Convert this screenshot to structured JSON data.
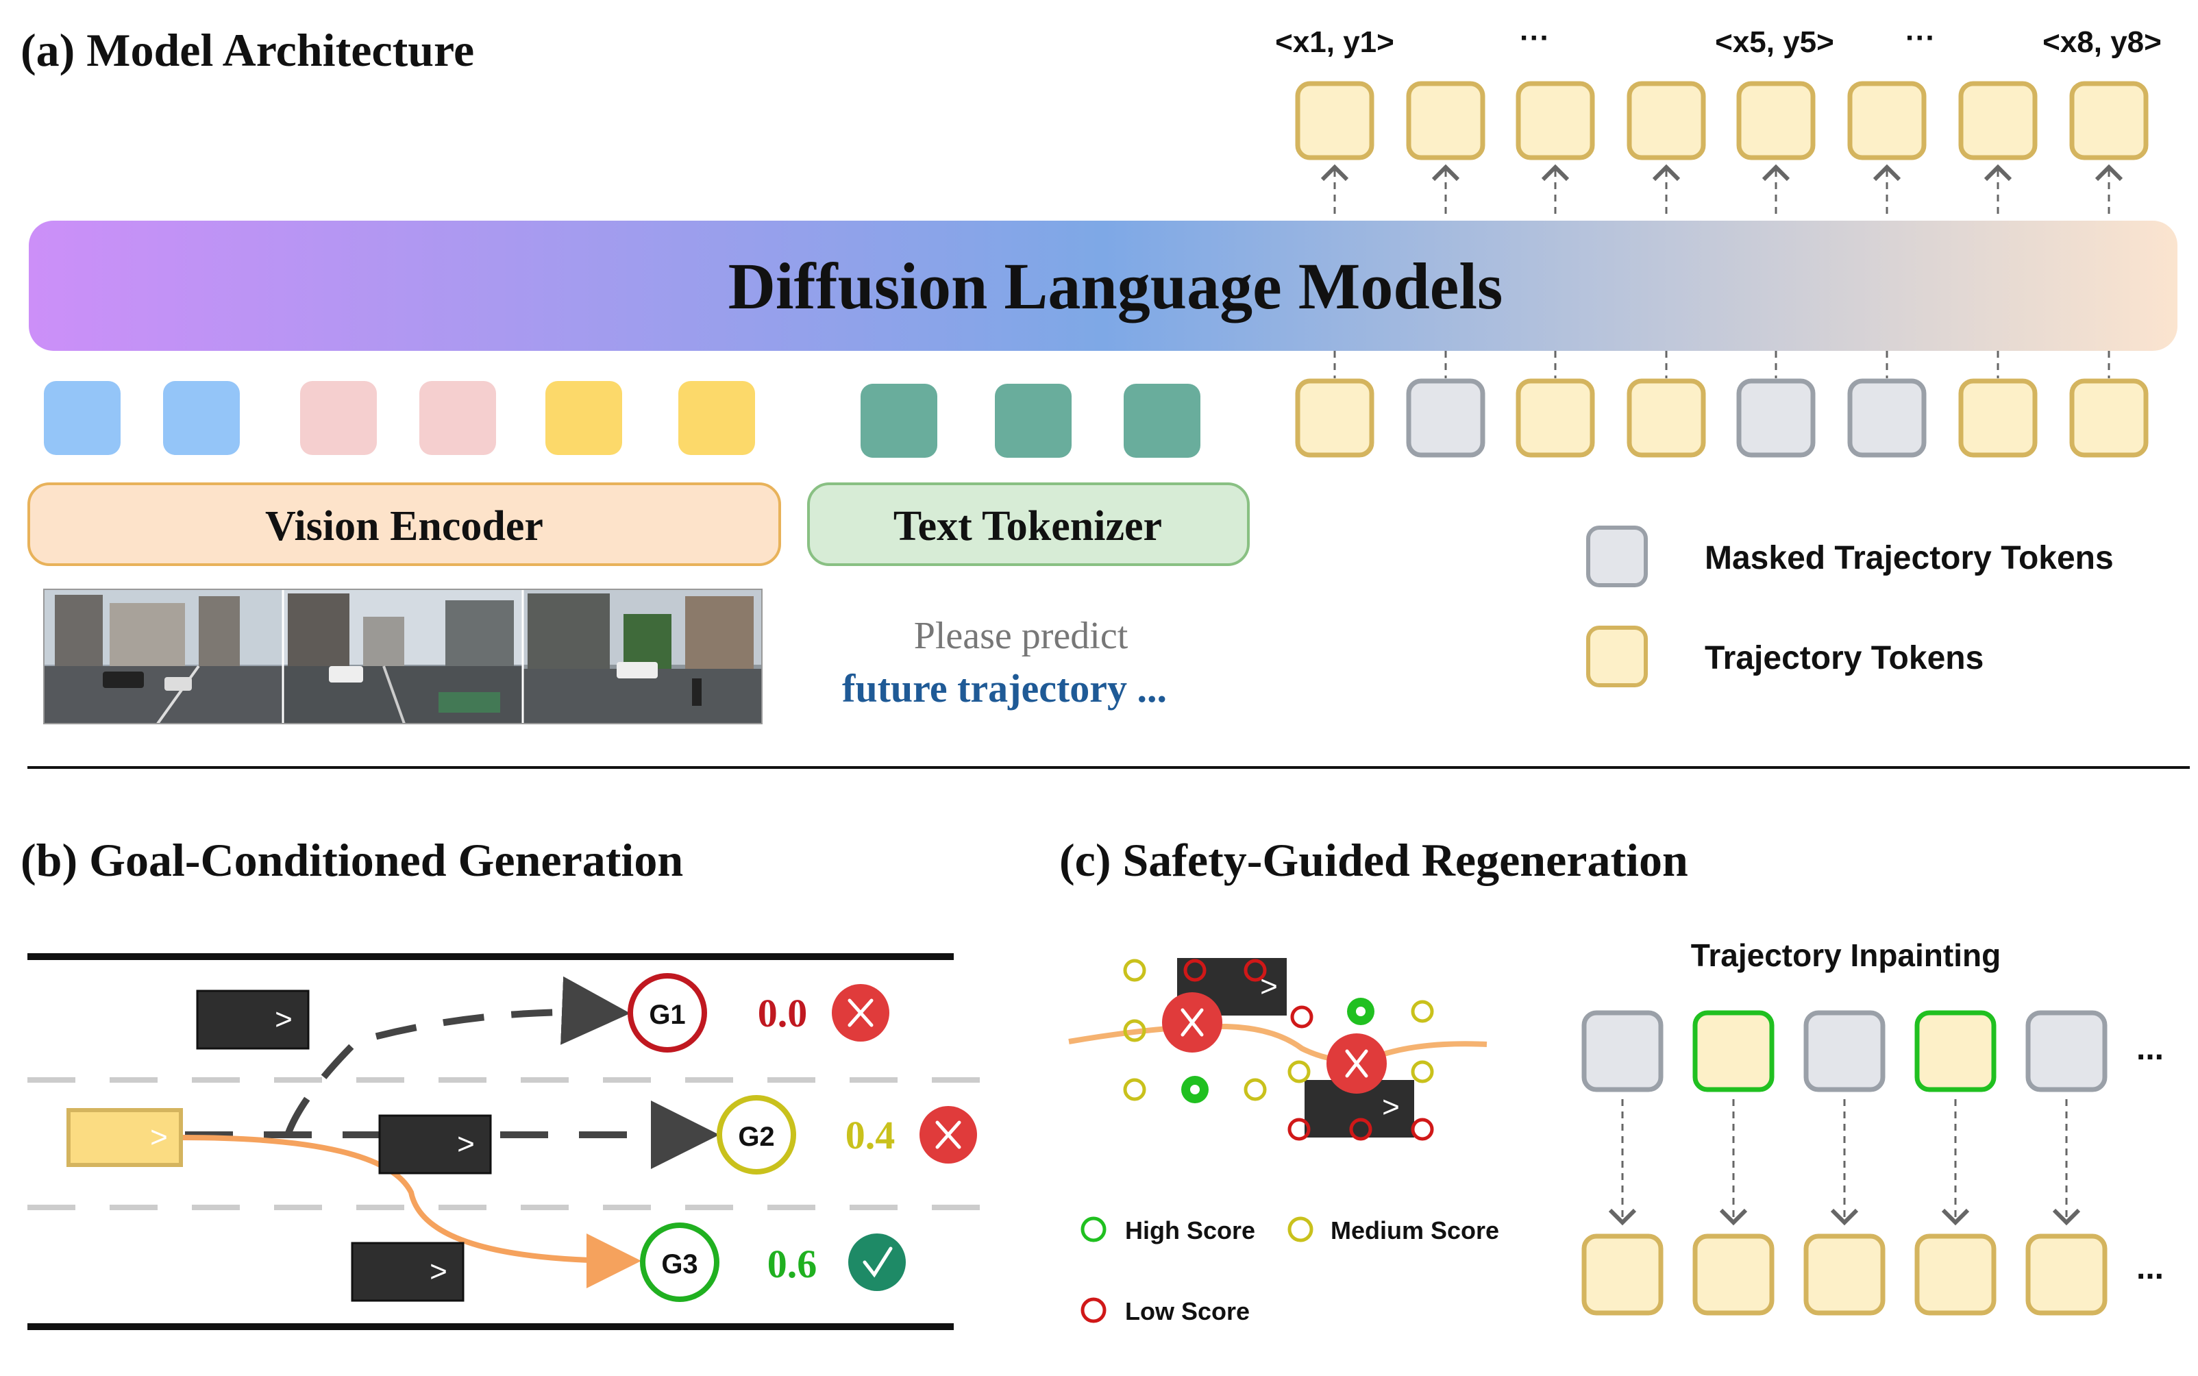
{
  "section_a": {
    "title": "(a) Model Architecture",
    "model_label": "Diffusion Language Models",
    "vision_encoder_label": "Vision Encoder",
    "text_tokenizer_label": "Text Tokenizer",
    "prompt_line1": "Please predict",
    "prompt_line2": "future trajectory ...",
    "output_labels": [
      "<x1, y1>",
      "···",
      "<x5, y5>",
      "···",
      "<x8, y8>"
    ],
    "input_tokens": [
      "trajectory",
      "masked",
      "trajectory",
      "trajectory",
      "masked",
      "masked",
      "trajectory",
      "trajectory"
    ],
    "legend": {
      "masked": "Masked Trajectory Tokens",
      "trajectory": "Trajectory Tokens"
    },
    "colors": {
      "vision_blue": "#94c5f8",
      "vision_pink": "#f5cfcf",
      "vision_yellow": "#fcd96a",
      "text_teal": "#69ad9c",
      "traj_fill": "#fdf0c8",
      "traj_border": "#d4b45e",
      "masked_fill": "#e3e5ea",
      "masked_border": "#9aa0a8",
      "gradient": [
        "#cc8ff8",
        "#7ea8e6",
        "#fbe4cf"
      ]
    }
  },
  "section_b": {
    "title": "(b) Goal-Conditioned Generation",
    "goals": [
      {
        "label": "G1",
        "score": "0.0",
        "status": "x-icon",
        "color": "#c01820"
      },
      {
        "label": "G2",
        "score": "0.4",
        "status": "x-icon",
        "color": "#c9c11c"
      },
      {
        "label": "G3",
        "score": "0.6",
        "status": "check-icon",
        "color": "#20b020"
      }
    ],
    "car_symbol": ">"
  },
  "section_c": {
    "title": "(c) Safety-Guided Regeneration",
    "inpainting_title": "Trajectory Inpainting",
    "ellipsis": "...",
    "legend": {
      "high": "High Score",
      "medium": "Medium Score",
      "low": "Low Score"
    },
    "inpaint_tokens": [
      "masked",
      "kept",
      "masked",
      "kept",
      "masked"
    ]
  }
}
